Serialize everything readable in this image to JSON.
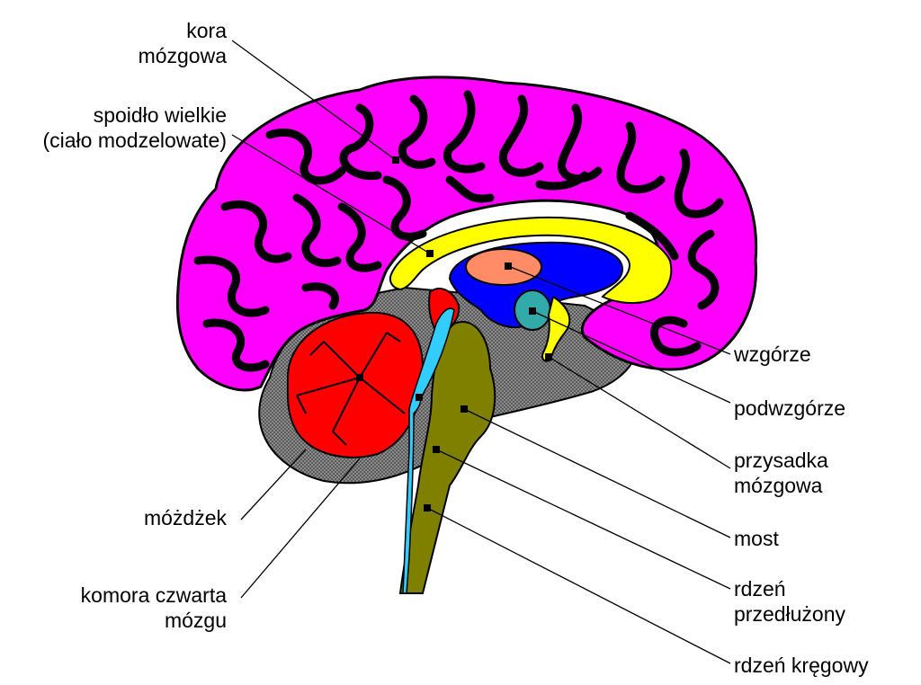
{
  "colors": {
    "cortex": "#ff00ff",
    "corpus_callosum": "#ffff00",
    "ventricle": "#0000ff",
    "thalamus": "#ff8c66",
    "hypothalamus": "#33aaaa",
    "cerebellum": "#ff0000",
    "brainstem": "#808000",
    "fourth_ventricle": "#33ccff",
    "gray_matter": "#666666",
    "outline": "#000000"
  },
  "labels": {
    "cortex": {
      "line1": "kora",
      "line2": "mózgowa"
    },
    "corpus_callosum": {
      "line1": "spoidło wielkie",
      "line2": "(ciało modzelowate)"
    },
    "cerebellum": {
      "line1": "móżdżek"
    },
    "fourth_ventricle": {
      "line1": "komora czwarta",
      "line2": "mózgu"
    },
    "thalamus": {
      "line1": "wzgórze"
    },
    "hypothalamus": {
      "line1": "podwzgórze"
    },
    "pituitary": {
      "line1": "przysadka",
      "line2": "mózgowa"
    },
    "pons": {
      "line1": "most"
    },
    "medulla": {
      "line1": "rdzeń",
      "line2": "przedłużony"
    },
    "spinal_cord": {
      "line1": "rdzeń kręgowy"
    }
  }
}
